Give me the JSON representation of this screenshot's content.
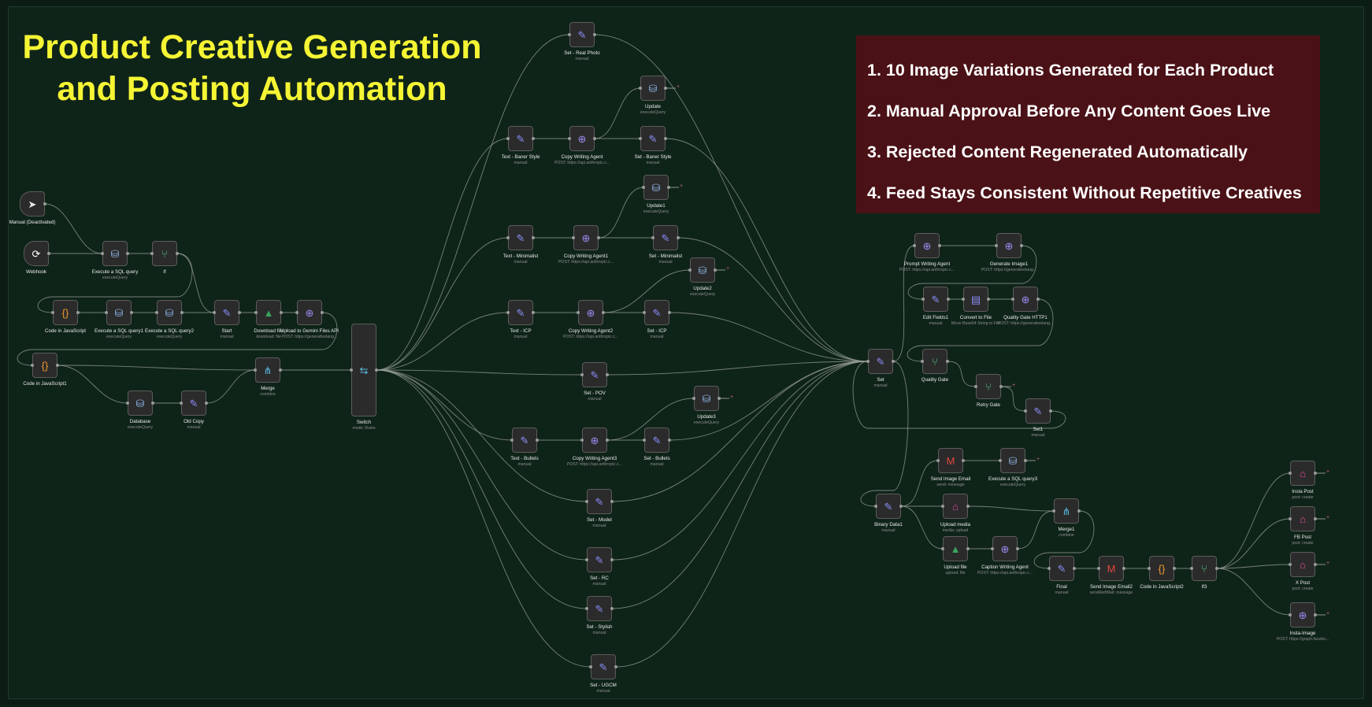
{
  "title": "Product Creative Generation and Posting Automation",
  "notes": [
    "1. 10 Image Variations Generated for Each Product",
    "2. Manual Approval Before Any Content Goes Live",
    "3. Rejected Content Regenerated Automatically",
    "4. Feed Stays Consistent Without Repetitive Creatives"
  ],
  "colors": {
    "canvas": "#0f2419",
    "title": "#f5f534",
    "notes_bg": "#4a1116",
    "wire": "#9aa09a",
    "node_bg": "#2b2b2b"
  },
  "nodes": [
    {
      "id": "manual",
      "name": "Manual (Deactivated)",
      "sub": "",
      "icon": "cursor-icon"
    },
    {
      "id": "webhook",
      "name": "Webhook",
      "sub": "",
      "icon": "webhook-icon"
    },
    {
      "id": "sql",
      "name": "Execute a SQL query",
      "sub": "executeQuery",
      "icon": "database-icon"
    },
    {
      "id": "if",
      "name": "If",
      "sub": "",
      "icon": "branch-icon"
    },
    {
      "id": "codejs",
      "name": "Code in JavaScript",
      "sub": "",
      "icon": "code-icon"
    },
    {
      "id": "sql1",
      "name": "Execute a SQL query1",
      "sub": "executeQuery",
      "icon": "database-icon"
    },
    {
      "id": "sql2",
      "name": "Execute a SQL query2",
      "sub": "executeQuery",
      "icon": "database-icon"
    },
    {
      "id": "start",
      "name": "Start",
      "sub": "manual",
      "icon": "pencil-icon"
    },
    {
      "id": "download",
      "name": "Download file",
      "sub": "download: file",
      "icon": "drive-icon"
    },
    {
      "id": "upload_gemini",
      "name": "Upload to Gemini Files API",
      "sub": "POST: https://generativelang...",
      "icon": "globe-icon"
    },
    {
      "id": "codejs1",
      "name": "Code in JavaScript1",
      "sub": "",
      "icon": "code-icon"
    },
    {
      "id": "merge",
      "name": "Merge",
      "sub": "combine",
      "icon": "merge-icon"
    },
    {
      "id": "database",
      "name": "Database",
      "sub": "executeQuery",
      "icon": "database-icon"
    },
    {
      "id": "oldcopy",
      "name": "Old Copy",
      "sub": "manual",
      "icon": "pencil-icon"
    },
    {
      "id": "switch",
      "name": "Switch",
      "sub": "mode: Rules",
      "icon": "switch-icon"
    },
    {
      "id": "real_photo",
      "name": "Set - Real Photo",
      "sub": "manual",
      "icon": "pencil-icon"
    },
    {
      "id": "update",
      "name": "Update",
      "sub": "executeQuery",
      "icon": "database-icon"
    },
    {
      "id": "text_baner",
      "name": "Text - Baner Style",
      "sub": "manual",
      "icon": "pencil-icon"
    },
    {
      "id": "cwa",
      "name": "Copy Writing Agent",
      "sub": "POST: https://api.anthropic.c...",
      "icon": "globe-icon"
    },
    {
      "id": "set_baner",
      "name": "Set - Baner Style",
      "sub": "manual",
      "icon": "pencil-icon"
    },
    {
      "id": "update1",
      "name": "Update1",
      "sub": "executeQuery",
      "icon": "database-icon"
    },
    {
      "id": "text_min",
      "name": "Text - Minimalist",
      "sub": "manual",
      "icon": "pencil-icon"
    },
    {
      "id": "cwa1",
      "name": "Copy Writing Agent1",
      "sub": "POST: https://api.anthropic.c...",
      "icon": "globe-icon"
    },
    {
      "id": "set_min",
      "name": "Set - Minimalist",
      "sub": "manual",
      "icon": "pencil-icon"
    },
    {
      "id": "update2",
      "name": "Update2",
      "sub": "executeQuery",
      "icon": "database-icon"
    },
    {
      "id": "text_icp",
      "name": "Text - ICP",
      "sub": "manual",
      "icon": "pencil-icon"
    },
    {
      "id": "cwa2",
      "name": "Copy Writing Agent2",
      "sub": "POST: https://api.anthropic.c...",
      "icon": "globe-icon"
    },
    {
      "id": "set_icp",
      "name": "Set - ICP",
      "sub": "manual",
      "icon": "pencil-icon"
    },
    {
      "id": "set_pov",
      "name": "Set - POV",
      "sub": "manual",
      "icon": "pencil-icon"
    },
    {
      "id": "update3",
      "name": "Update3",
      "sub": "executeQuery",
      "icon": "database-icon"
    },
    {
      "id": "text_bul",
      "name": "Text - Bullets",
      "sub": "manual",
      "icon": "pencil-icon"
    },
    {
      "id": "cwa3",
      "name": "Copy Writing Agent3",
      "sub": "POST: https://api.anthropic.c...",
      "icon": "globe-icon"
    },
    {
      "id": "set_bul",
      "name": "Set - Bullets",
      "sub": "manual",
      "icon": "pencil-icon"
    },
    {
      "id": "set_model",
      "name": "Set - Model",
      "sub": "manual",
      "icon": "pencil-icon"
    },
    {
      "id": "set_rc",
      "name": "Set - RC",
      "sub": "manual",
      "icon": "pencil-icon"
    },
    {
      "id": "set_stylish",
      "name": "Set - Stylish",
      "sub": "manual",
      "icon": "pencil-icon"
    },
    {
      "id": "set_ugcm",
      "name": "Set - UGCM",
      "sub": "manual",
      "icon": "pencil-icon"
    },
    {
      "id": "set",
      "name": "Set",
      "sub": "manual",
      "icon": "pencil-icon"
    },
    {
      "id": "pwa",
      "name": "Prompt Writing Agent",
      "sub": "POST: https://api.anthropic.c...",
      "icon": "globe-icon"
    },
    {
      "id": "genimg",
      "name": "Generate Image1",
      "sub": "POST: https://generativelang...",
      "icon": "globe-icon"
    },
    {
      "id": "edit1",
      "name": "Edit Fields1",
      "sub": "manual",
      "icon": "pencil-icon"
    },
    {
      "id": "convert",
      "name": "Convert to File",
      "sub": "Move Base64 String to File",
      "icon": "file-icon"
    },
    {
      "id": "qghttp",
      "name": "Quality Gate HTTP1",
      "sub": "POST: https://generativelang...",
      "icon": "globe-icon"
    },
    {
      "id": "qg",
      "name": "Quality Gate",
      "sub": "",
      "icon": "branch-icon"
    },
    {
      "id": "retry",
      "name": "Retry Gate",
      "sub": "",
      "icon": "branch-icon"
    },
    {
      "id": "set1",
      "name": "Set1",
      "sub": "manual",
      "icon": "pencil-icon"
    },
    {
      "id": "sendimg",
      "name": "Send Image Email",
      "sub": "send: message",
      "icon": "gmail-icon"
    },
    {
      "id": "sql3",
      "name": "Execute a SQL query3",
      "sub": "executeQuery",
      "icon": "database-icon"
    },
    {
      "id": "binary",
      "name": "Binary Data1",
      "sub": "manual",
      "icon": "pencil-icon"
    },
    {
      "id": "uploadmedia",
      "name": "Upload media",
      "sub": "media: upload",
      "icon": "meta-icon"
    },
    {
      "id": "merge1",
      "name": "Merge1",
      "sub": "combine",
      "icon": "merge-icon"
    },
    {
      "id": "uploadfile",
      "name": "Upload file",
      "sub": "upload: file",
      "icon": "drive-icon"
    },
    {
      "id": "caption",
      "name": "Caption Writing Agent",
      "sub": "POST: https://api.anthropic.c...",
      "icon": "globe-icon"
    },
    {
      "id": "final",
      "name": "Final",
      "sub": "manual",
      "icon": "pencil-icon"
    },
    {
      "id": "sendimg2",
      "name": "Send Image Email2",
      "sub": "sendAndWait: message",
      "icon": "gmail-icon"
    },
    {
      "id": "codejs2",
      "name": "Code in JavaScript2",
      "sub": "",
      "icon": "code-icon"
    },
    {
      "id": "if3",
      "name": "If3",
      "sub": "",
      "icon": "branch-icon"
    },
    {
      "id": "insta",
      "name": "Insta Post",
      "sub": "post: create",
      "icon": "meta-icon"
    },
    {
      "id": "fb",
      "name": "FB Post",
      "sub": "post: create",
      "icon": "meta-icon"
    },
    {
      "id": "xpost",
      "name": "X Post",
      "sub": "post: create",
      "icon": "meta-icon"
    },
    {
      "id": "instaimg",
      "name": "Insta-Image",
      "sub": "POST: https://graph.facebo...",
      "icon": "globe-icon"
    }
  ]
}
